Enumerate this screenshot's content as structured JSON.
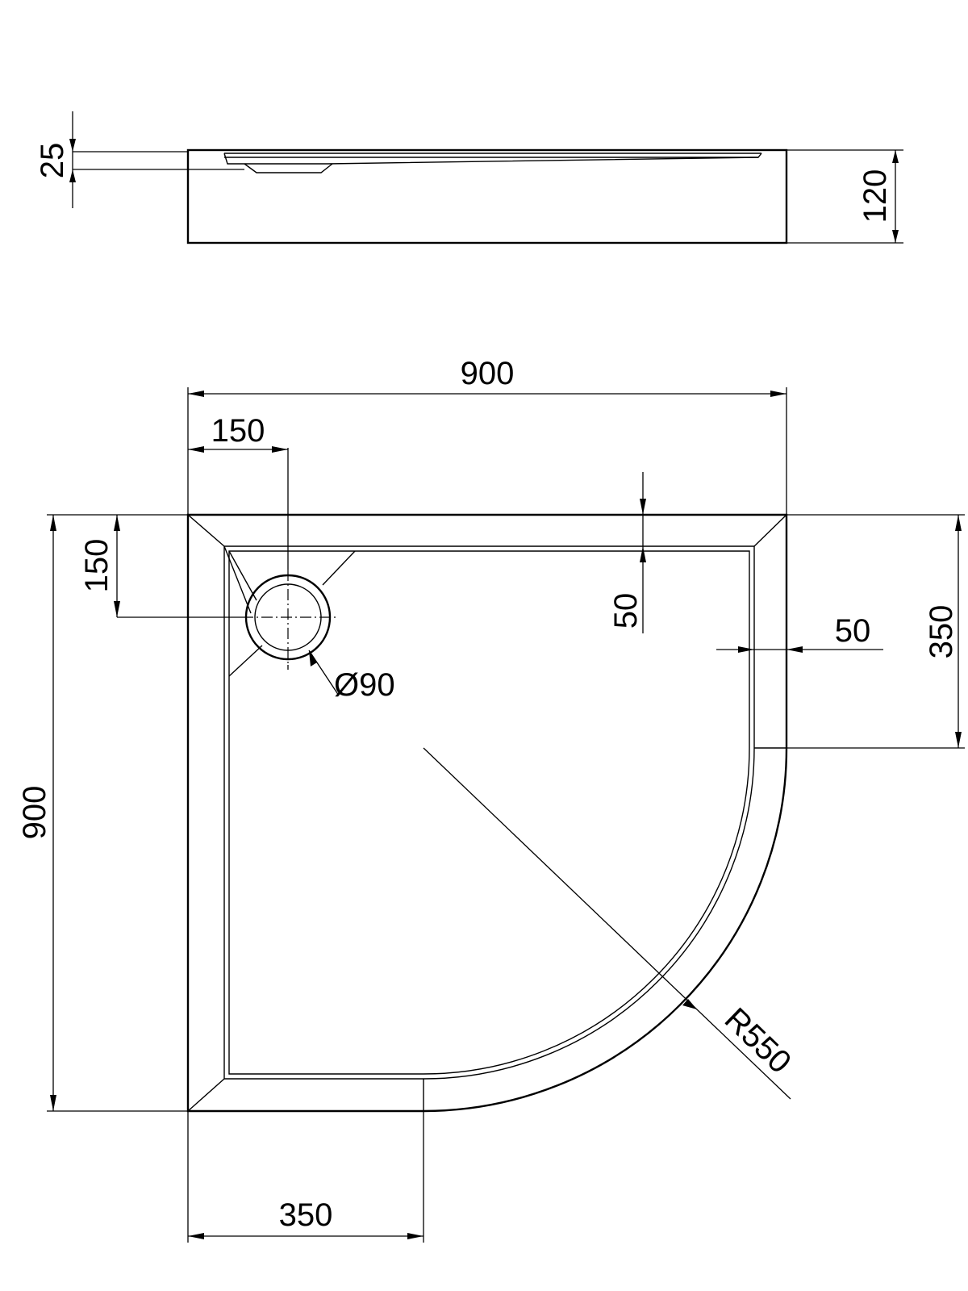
{
  "drawing": {
    "type": "technical-drawing",
    "subject": "quadrant shower tray",
    "views": [
      "side-view",
      "plan-view"
    ],
    "stroke_color": "#000000",
    "background_color": "#ffffff"
  },
  "side_view": {
    "dim_depth": "25",
    "dim_height": "120"
  },
  "plan_view": {
    "dim_width": "900",
    "dim_length": "900",
    "dim_drain_x": "150",
    "dim_drain_y": "150",
    "dim_rim_top": "50",
    "dim_rim_side": "50",
    "dim_straight_side": "350",
    "dim_straight_bottom": "350",
    "dim_drain_diameter": "Ø90",
    "dim_radius": "R550"
  }
}
